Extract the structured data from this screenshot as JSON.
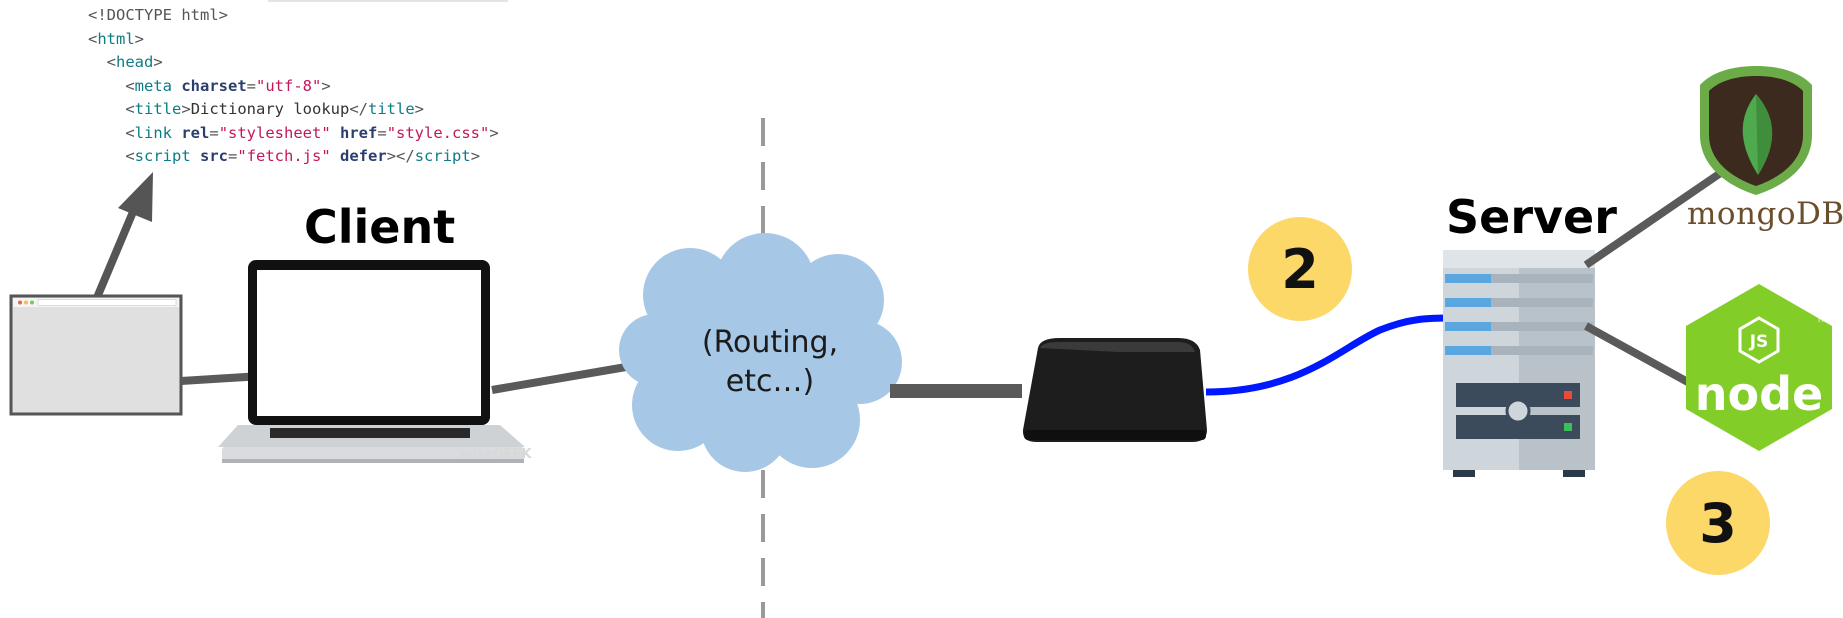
{
  "code_lines": [
    {
      "indent": 0,
      "parts": [
        {
          "t": "punct",
          "v": "<!DOCTYPE html>"
        }
      ]
    },
    {
      "indent": 0,
      "parts": [
        {
          "t": "punct",
          "v": "<"
        },
        {
          "t": "tag",
          "v": "html"
        },
        {
          "t": "punct",
          "v": ">"
        }
      ]
    },
    {
      "indent": 1,
      "parts": [
        {
          "t": "punct",
          "v": "<"
        },
        {
          "t": "tag",
          "v": "head"
        },
        {
          "t": "punct",
          "v": ">"
        }
      ]
    },
    {
      "indent": 2,
      "parts": [
        {
          "t": "punct",
          "v": "<"
        },
        {
          "t": "tag",
          "v": "meta"
        },
        {
          "t": "txt",
          "v": " "
        },
        {
          "t": "attr",
          "v": "charset"
        },
        {
          "t": "punct",
          "v": "="
        },
        {
          "t": "val",
          "v": "\"utf-8\""
        },
        {
          "t": "punct",
          "v": ">"
        }
      ]
    },
    {
      "indent": 2,
      "parts": [
        {
          "t": "punct",
          "v": "<"
        },
        {
          "t": "tag",
          "v": "title"
        },
        {
          "t": "punct",
          "v": ">"
        },
        {
          "t": "txt",
          "v": "Dictionary lookup"
        },
        {
          "t": "punct",
          "v": "</"
        },
        {
          "t": "tag",
          "v": "title"
        },
        {
          "t": "punct",
          "v": ">"
        }
      ]
    },
    {
      "indent": 2,
      "parts": [
        {
          "t": "punct",
          "v": "<"
        },
        {
          "t": "tag",
          "v": "link"
        },
        {
          "t": "txt",
          "v": " "
        },
        {
          "t": "attr",
          "v": "rel"
        },
        {
          "t": "punct",
          "v": "="
        },
        {
          "t": "val",
          "v": "\"stylesheet\""
        },
        {
          "t": "txt",
          "v": " "
        },
        {
          "t": "attr",
          "v": "href"
        },
        {
          "t": "punct",
          "v": "="
        },
        {
          "t": "val",
          "v": "\"style.css\""
        },
        {
          "t": "punct",
          "v": ">"
        }
      ]
    },
    {
      "indent": 2,
      "parts": [
        {
          "t": "punct",
          "v": "<"
        },
        {
          "t": "tag",
          "v": "script"
        },
        {
          "t": "txt",
          "v": " "
        },
        {
          "t": "attr",
          "v": "src"
        },
        {
          "t": "punct",
          "v": "="
        },
        {
          "t": "val",
          "v": "\"fetch.js\""
        },
        {
          "t": "txt",
          "v": " "
        },
        {
          "t": "attr",
          "v": "defer"
        },
        {
          "t": "punct",
          "v": "></"
        },
        {
          "t": "tag",
          "v": "script"
        },
        {
          "t": "punct",
          "v": ">"
        }
      ]
    }
  ],
  "labels": {
    "client": "Client",
    "server": "Server",
    "cloud_line1": "(Routing,",
    "cloud_line2": "etc…)",
    "mongodb": "mongoDB",
    "laptop_watermark": "wiseGEEK",
    "node_js_badge": "JS",
    "node_wordmark": "node",
    "node_tm": "TM"
  },
  "badges": {
    "two": "2",
    "three": "3"
  },
  "colors": {
    "badge_fill": "#fcd869",
    "cloud_fill": "#a7c7e7",
    "connector": "#5a5a5a",
    "blue_cable": "#0018ff",
    "node_green": "#83cd29",
    "mongo_green": "#6cac48",
    "mongo_leaf": "#4fa94d",
    "divider": "#9a9a9a",
    "server_body": "#cfd6db",
    "server_stripe": "#5aa7e0",
    "server_panel": "#3b4b5c"
  },
  "icons": [
    "browser-window-icon",
    "laptop-icon",
    "cloud-icon",
    "router-icon",
    "server-icon",
    "mongodb-logo-icon",
    "nodejs-logo-icon"
  ]
}
